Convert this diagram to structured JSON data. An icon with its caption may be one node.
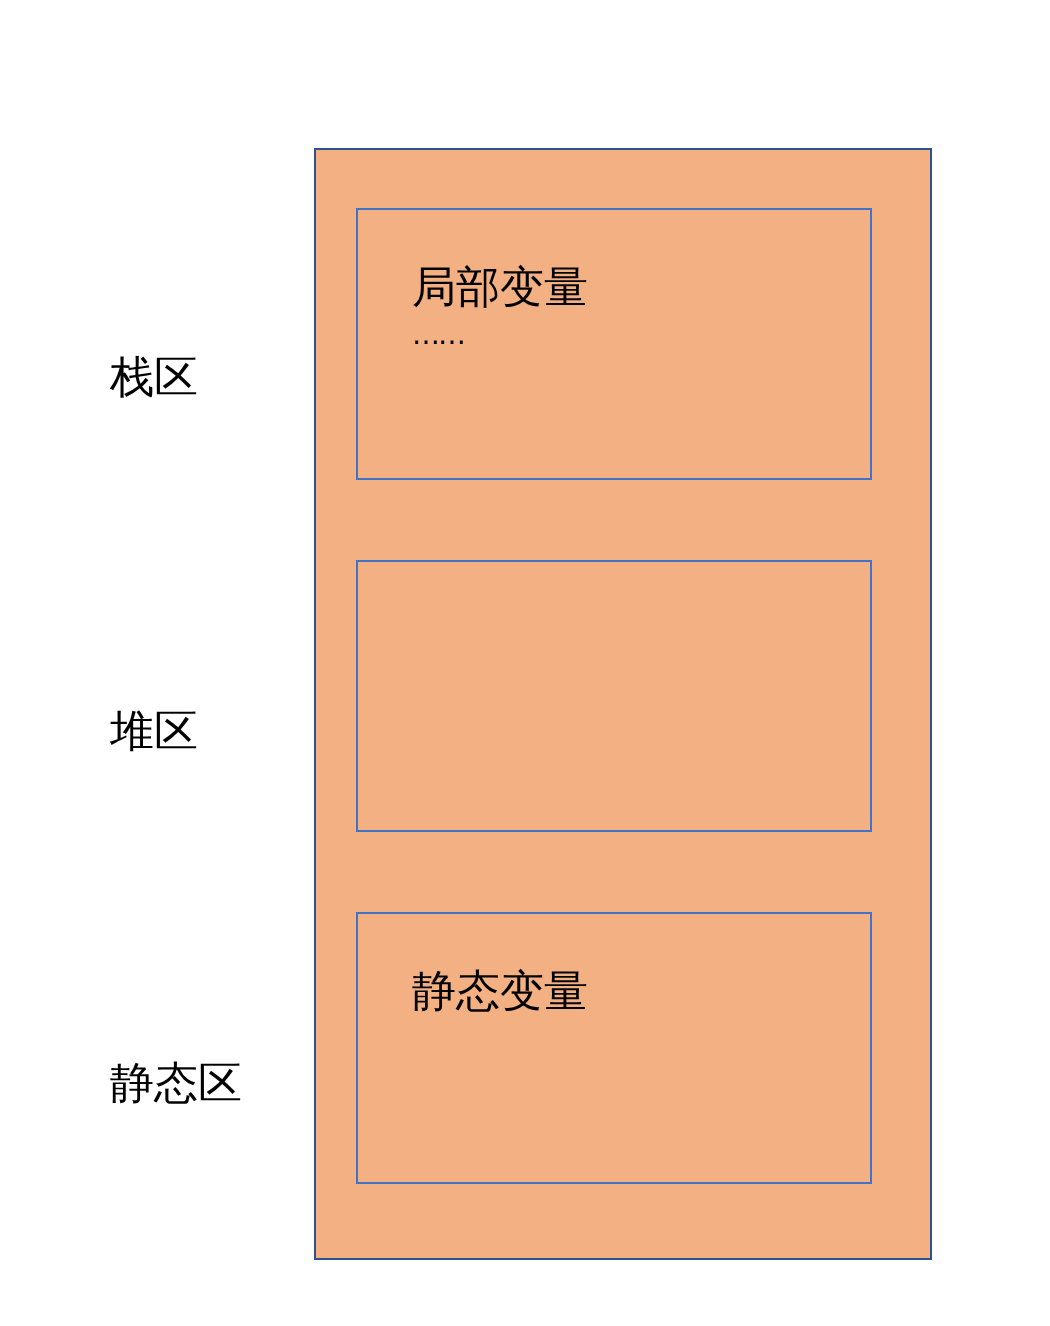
{
  "diagram": {
    "nodes": [
      {
        "text": [],
        "shape": "box"
      },
      {
        "text": [
          "局部变量",
          "……"
        ],
        "in": 0,
        "beside": [
          "栈区"
        ]
      },
      {
        "text": [],
        "shape": "box",
        "in": 0,
        "beside": [
          "堆区"
        ]
      },
      {
        "text": [
          "静态变量"
        ],
        "in": 0,
        "beside": [
          "静态区"
        ]
      }
    ]
  }
}
